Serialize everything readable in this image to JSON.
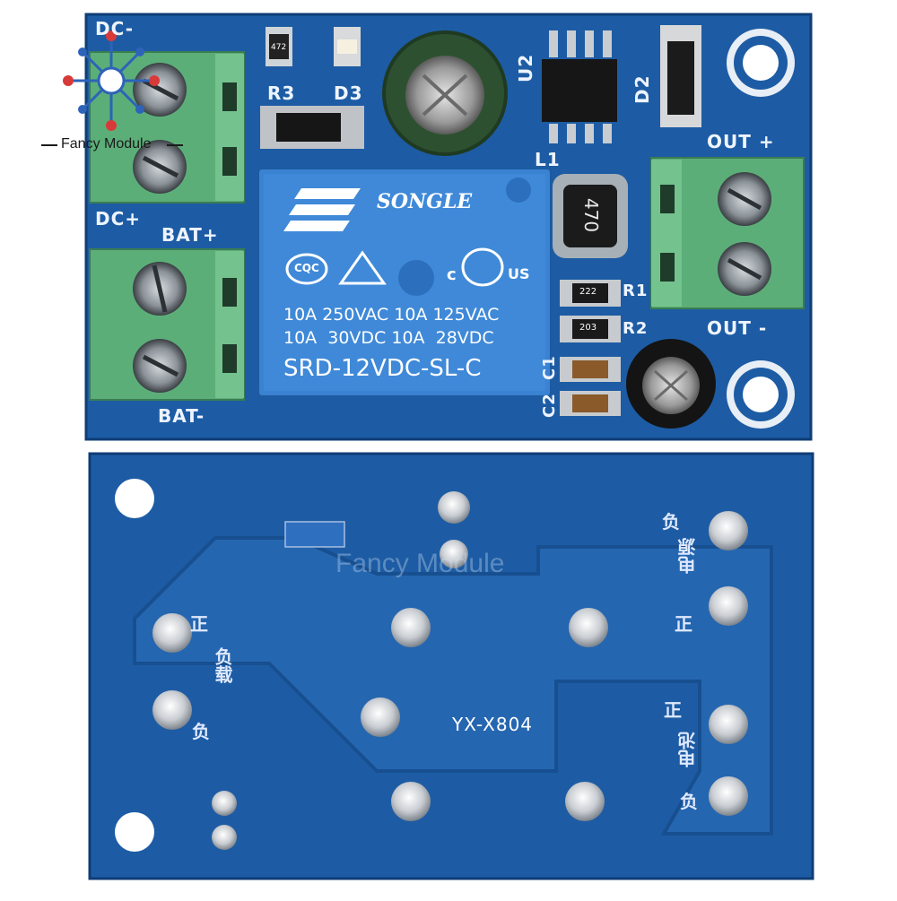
{
  "watermark": {
    "brand": "Fancy Module",
    "center_text": "Fancy Module"
  },
  "top_board": {
    "labels": {
      "dc_minus": "DC-",
      "dc_plus": "DC+",
      "bat_plus": "BAT+",
      "bat_minus": "BAT-",
      "out_plus": "OUT +",
      "out_minus": "OUT -",
      "r3": "R3",
      "d3": "D3",
      "u2": "U2",
      "d2": "D2",
      "l1": "L1",
      "r1": "R1",
      "r2": "R2",
      "c1": "C1",
      "c2": "C2"
    },
    "chips": {
      "r3_code": "472",
      "l1_code": "470",
      "r1_code": "222",
      "r2_code": "203"
    },
    "relay": {
      "brand": "SONGLE",
      "cqc": "CQC",
      "ul_c": "c",
      "ul_us": "US",
      "rating_line1": "10A 250VAC 10A 125VAC",
      "rating_line2": "10A  30VDC 10A  28VDC",
      "model": "SRD-12VDC-SL-C"
    }
  },
  "bottom_board": {
    "model": "YX-X804",
    "labels": {
      "power_neg": "负",
      "power": "电源",
      "power_pos": "正",
      "load_pos": "正",
      "load": "负载",
      "load_neg": "负",
      "batt_pos": "正",
      "batt": "电池",
      "batt_neg": "负"
    }
  },
  "colors": {
    "pcb_blue": "#1f5fa8",
    "pcb_dark": "#15498a",
    "terminal_green": "#5fb27a",
    "relay_blue": "#3b82cf"
  }
}
